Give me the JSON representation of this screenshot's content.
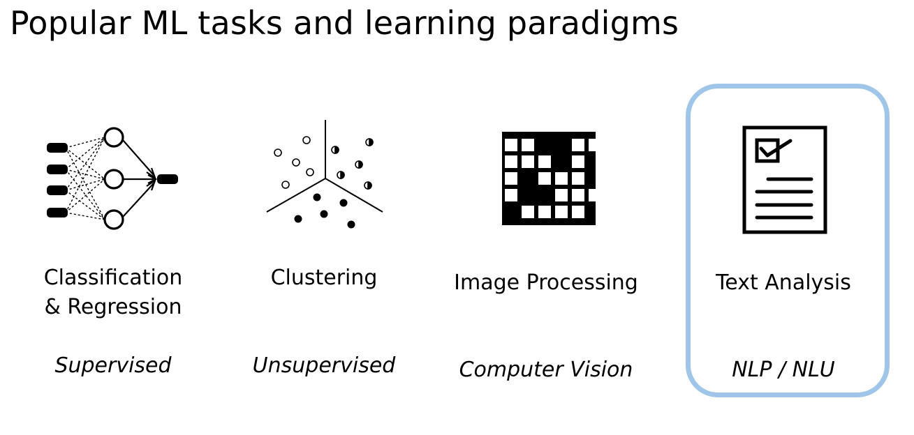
{
  "title": "Popular ML tasks and learning paradigms",
  "highlight_color": "#9fc5e8",
  "tasks": [
    {
      "icon": "neural-network-icon",
      "label_lines": [
        "Classification",
        "& Regression"
      ],
      "paradigm": "Supervised"
    },
    {
      "icon": "clustering-scatter-icon",
      "label_lines": [
        "Clustering"
      ],
      "paradigm": "Unsupervised"
    },
    {
      "icon": "pixel-grid-icon",
      "label_lines": [
        "Image Processing"
      ],
      "paradigm": "Computer Vision"
    },
    {
      "icon": "checklist-document-icon",
      "label_lines": [
        "Text Analysis"
      ],
      "paradigm": "NLP / NLU",
      "highlighted": true
    }
  ]
}
